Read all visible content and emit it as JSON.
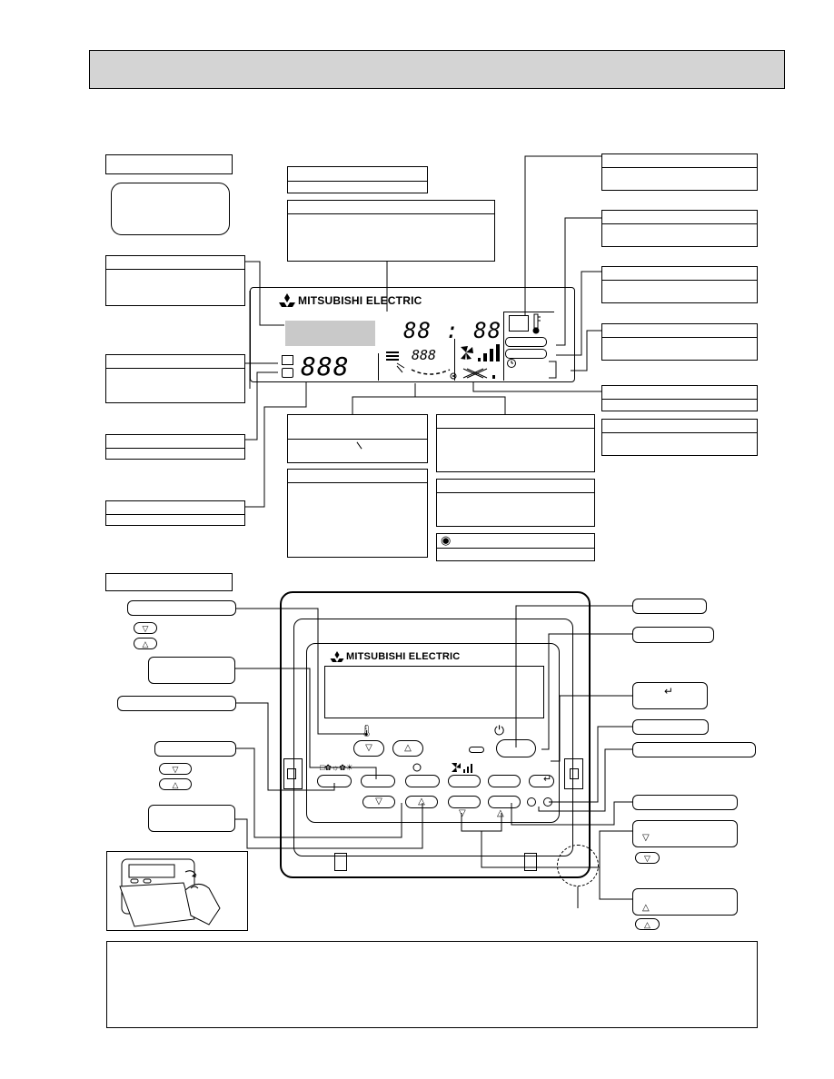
{
  "display": {
    "brand": "MITSUBISHI ELECTRIC",
    "clock": "88 : 88",
    "temp_digits": "888",
    "vane_digits": "888"
  },
  "remote": {
    "brand": "MITSUBISHI ELECTRIC"
  },
  "glyphs": {
    "down": "▽",
    "up": "△",
    "enter": "↵",
    "power": "⏻",
    "indicator": "◉"
  },
  "icons": [
    "mitsubishi-logo-icon",
    "fan-speed-icon",
    "louver-icon",
    "vane-icon",
    "timer-icon",
    "thermometer-icon",
    "hand-icon",
    "enter-icon",
    "power-icon"
  ]
}
